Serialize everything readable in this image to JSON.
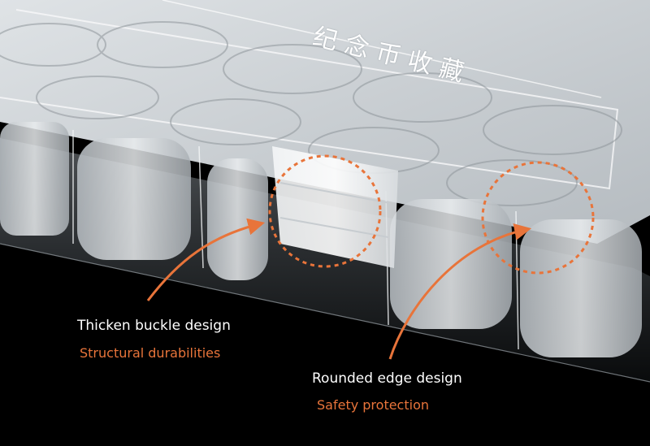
{
  "box_lid_text": "纪念币收藏",
  "callouts": [
    {
      "title": "Thicken buckle design",
      "subtitle": "Structural durabilities"
    },
    {
      "title": "Rounded edge design",
      "subtitle": "Safety protection"
    }
  ],
  "colors": {
    "background": "#000000",
    "title_text": "#ffffff",
    "subtitle_text": "#e8743a",
    "callout_accent": "#e8743a"
  }
}
